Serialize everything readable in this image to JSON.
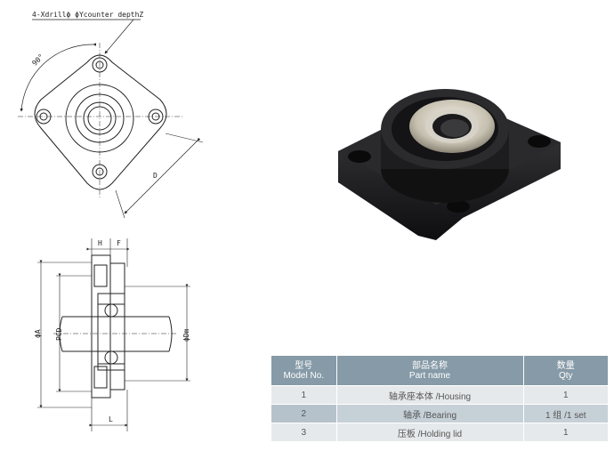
{
  "drawing": {
    "top_annotation": "4-Xdrillϕ ϕYcounter depthZ",
    "label_angle": "90°",
    "label_square": "D",
    "label_h": "H",
    "label_f": "F",
    "label_phi_a": "ϕA",
    "label_pcd": "PCD",
    "label_phi_dm": "ϕDm",
    "label_l": "L"
  },
  "table": {
    "headers": [
      {
        "cn": "型号",
        "en": "Model No."
      },
      {
        "cn": "部品名称",
        "en": "Part name"
      },
      {
        "cn": "数量",
        "en": "Qty"
      }
    ],
    "rows": [
      {
        "model": "1",
        "part": "轴承座本体 /Housing",
        "qty": "1"
      },
      {
        "model": "2",
        "part": "轴承 /Bearing",
        "qty": "1 组 /1 set"
      },
      {
        "model": "3",
        "part": "压板 /Holding lid",
        "qty": "1"
      }
    ]
  },
  "colors": {
    "header_bg": "#869aa7",
    "row_light": "#e6e9eb",
    "row_dark": "#c6d0d7",
    "housing_black": "#1d1c1e"
  }
}
